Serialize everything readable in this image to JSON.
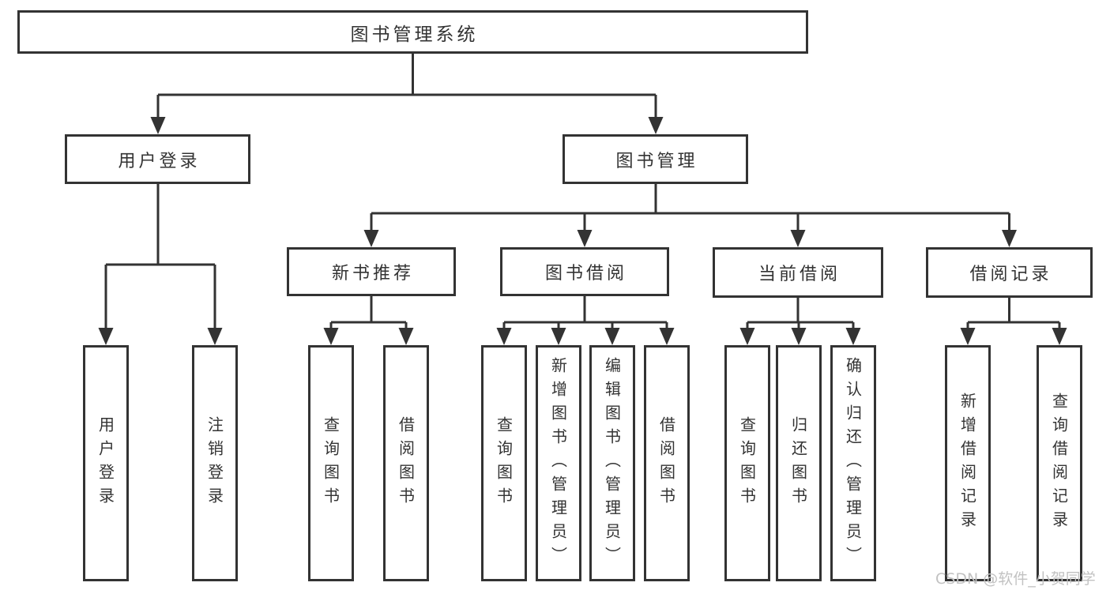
{
  "tree": {
    "label": "图书管理系统",
    "children": [
      {
        "label": "用户登录",
        "children": [
          {
            "label": "用户登录"
          },
          {
            "label": "注销登录"
          }
        ]
      },
      {
        "label": "图书管理",
        "children": [
          {
            "label": "新书推荐",
            "children": [
              {
                "label": "查询图书"
              },
              {
                "label": "借阅图书"
              }
            ]
          },
          {
            "label": "图书借阅",
            "children": [
              {
                "label": "查询图书"
              },
              {
                "label": "新增图书（管理员）"
              },
              {
                "label": "编辑图书（管理员）"
              },
              {
                "label": "借阅图书"
              }
            ]
          },
          {
            "label": "当前借阅",
            "children": [
              {
                "label": "查询图书"
              },
              {
                "label": "归还图书"
              },
              {
                "label": "确认归还（管理员）"
              }
            ]
          },
          {
            "label": "借阅记录",
            "children": [
              {
                "label": "新增借阅记录"
              },
              {
                "label": "查询借阅记录"
              }
            ]
          }
        ]
      }
    ]
  },
  "watermark": {
    "text": "CSDN @软件_小贺同学"
  },
  "colors": {
    "line": "#333333",
    "box_border": "#333333",
    "text": "#333333",
    "watermark": "#c2c2c2",
    "background": "#ffffff"
  }
}
